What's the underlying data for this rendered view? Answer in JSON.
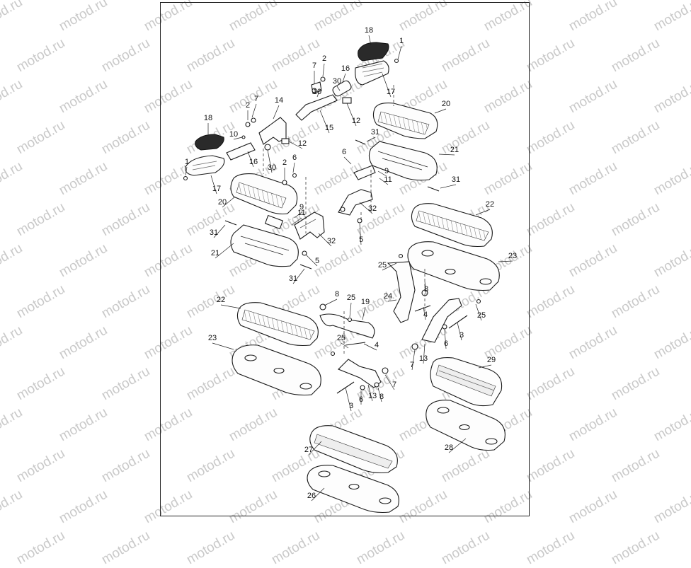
{
  "watermark": "motod.ru",
  "callouts": [
    "1",
    "1",
    "2",
    "2",
    "2",
    "3",
    "3",
    "4",
    "4",
    "5",
    "5",
    "6",
    "6",
    "6",
    "6",
    "7",
    "7",
    "7",
    "7",
    "8",
    "8",
    "8",
    "9",
    "9",
    "10",
    "10",
    "11",
    "11",
    "12",
    "12",
    "13",
    "13",
    "14",
    "15",
    "16",
    "16",
    "17",
    "17",
    "18",
    "18",
    "19",
    "20",
    "20",
    "21",
    "21",
    "22",
    "22",
    "23",
    "23",
    "24",
    "25",
    "25",
    "25",
    "25",
    "26",
    "27",
    "28",
    "29",
    "30",
    "30",
    "31",
    "31",
    "31",
    "31",
    "32",
    "32"
  ]
}
